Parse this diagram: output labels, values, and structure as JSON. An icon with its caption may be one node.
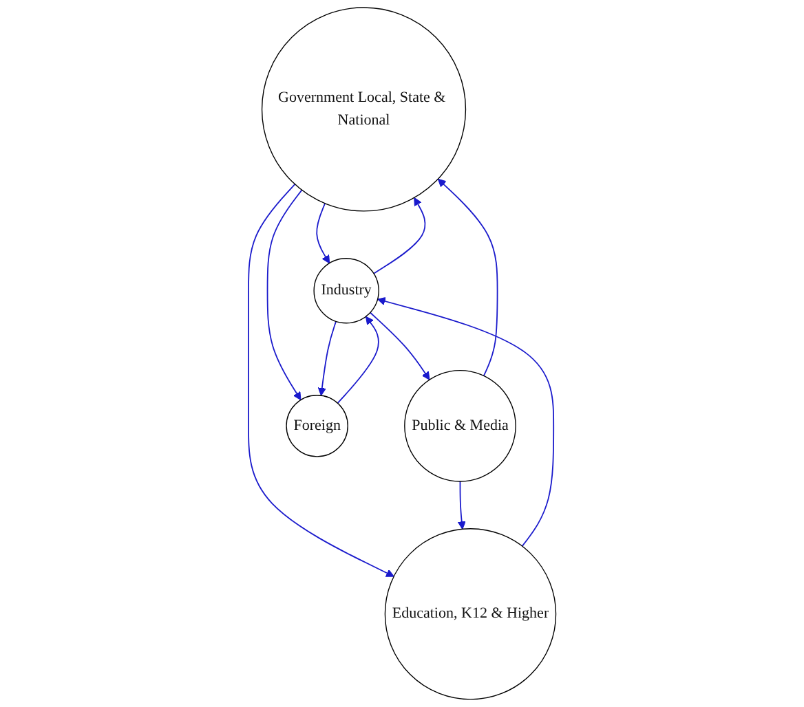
{
  "diagram": {
    "nodes": [
      {
        "text": [
          "Government Local, State & National"
        ]
      },
      {
        "text": [
          "Public & Media"
        ]
      },
      {
        "text": [
          "Industry"
        ]
      },
      {
        "text": [
          "Foreign"
        ]
      },
      {
        "text": [
          "Education, K12 & Higher"
        ]
      }
    ],
    "edges": [
      {
        "from": 1,
        "to": 0,
        "arrow": "to"
      },
      {
        "from": 0,
        "to": 2,
        "arrow": "to"
      },
      {
        "from": 0,
        "to": 4,
        "arrow": "to"
      },
      {
        "from": 2,
        "to": 0,
        "arrow": "to"
      },
      {
        "from": 0,
        "to": 3,
        "arrow": "to"
      },
      {
        "from": 2,
        "to": 1,
        "arrow": "to"
      },
      {
        "from": 1,
        "to": 4,
        "arrow": "to"
      },
      {
        "from": 2,
        "to": 3,
        "arrow": "to"
      },
      {
        "from": 3,
        "to": 2,
        "arrow": "to"
      },
      {
        "from": 4,
        "to": 2,
        "arrow": "to"
      }
    ]
  }
}
